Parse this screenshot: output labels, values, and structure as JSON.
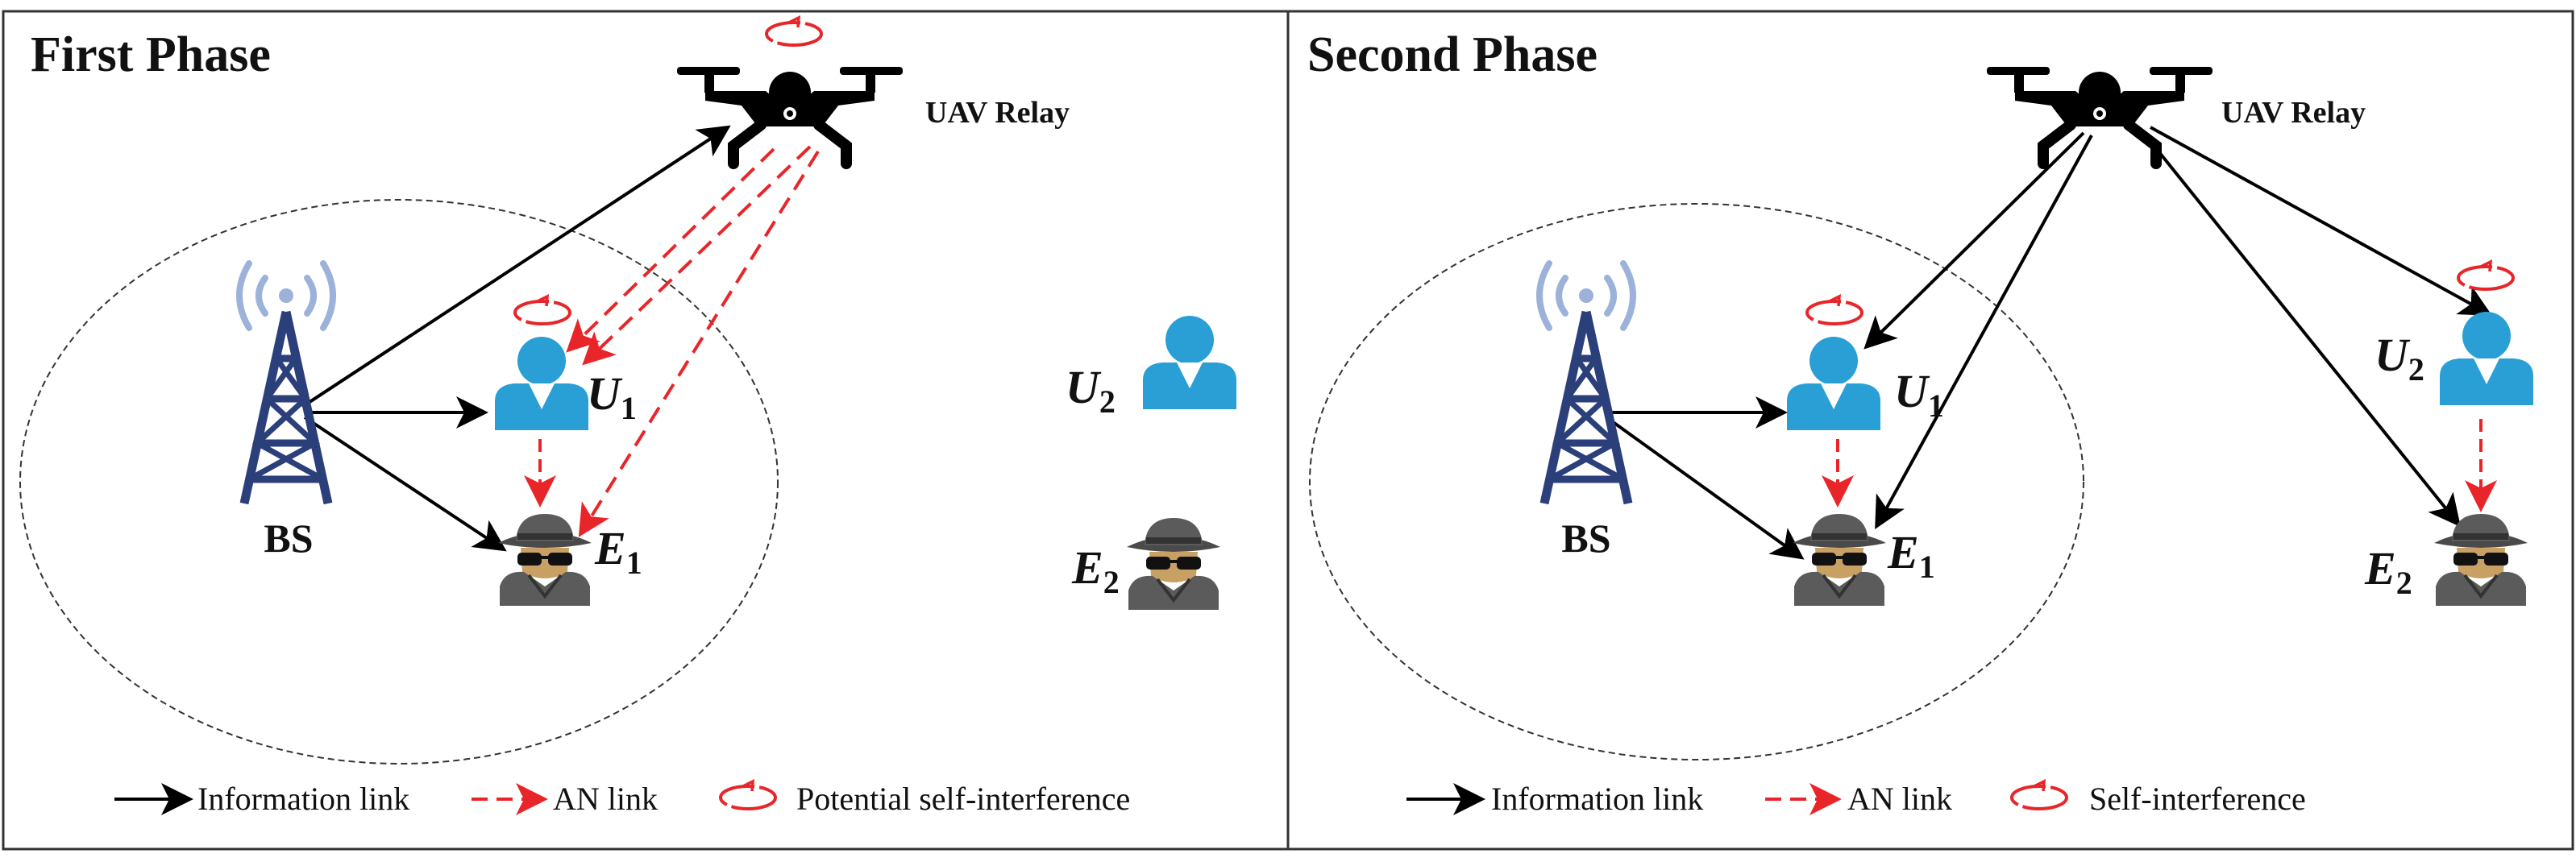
{
  "panels": [
    {
      "title": "First Phase",
      "uav_label": "UAV Relay",
      "bs_label": "BS",
      "u1_label": "U",
      "u1_sub": "1",
      "e1_label": "E",
      "e1_sub": "1",
      "u2_label": "U",
      "u2_sub": "2",
      "e2_label": "E",
      "e2_sub": "2",
      "legend": {
        "info_link": "Information link",
        "an_link": "AN link",
        "self_interference": "Potential self-interference"
      }
    },
    {
      "title": "Second Phase",
      "uav_label": "UAV Relay",
      "bs_label": "BS",
      "u1_label": "U",
      "u1_sub": "1",
      "e1_label": "E",
      "e1_sub": "1",
      "u2_label": "U",
      "u2_sub": "2",
      "e2_label": "E",
      "e2_sub": "2",
      "legend": {
        "info_link": "Information link",
        "an_link": "AN link",
        "self_interference": "Self-interference"
      }
    }
  ],
  "colors": {
    "info_link": "#000000",
    "an_link": "#e8262a",
    "user_icon": "#2a9fd6",
    "eavesdropper_icon": "#5b5b5b",
    "tower": "#2b3f7a",
    "signal_waves": "#9db2d9"
  },
  "icons": {
    "uav": "drone-icon",
    "bs": "cell-tower-icon",
    "user": "user-icon",
    "eavesdropper": "spy-icon",
    "self_interference": "self-interference-loop-icon"
  }
}
